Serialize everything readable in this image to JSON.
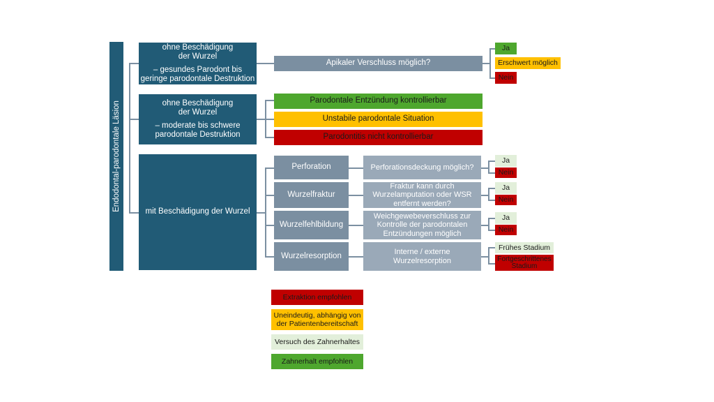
{
  "root_label": "Endodontal-parodontale Läsion",
  "group1": {
    "title_line1": "ohne Beschädigung",
    "title_line2": "der Wurzel",
    "desc_line1": "– gesundes Parodont bis",
    "desc_line2": "geringe parodontale Destruktion",
    "question": "Apikaler Verschluss möglich?",
    "answers": [
      "Ja",
      "Erschwert möglich",
      "Nein"
    ]
  },
  "group2": {
    "title_line1": "ohne Beschädigung",
    "title_line2": "der Wurzel",
    "desc_line1": "– moderate bis schwere",
    "desc_line2": "parodontale Destruktion",
    "outcomes": [
      "Parodontale Entzündung kontrollierbar",
      "Unstabile parodontale Situation",
      "Parodontitis nicht kontrollierbar"
    ]
  },
  "group3": {
    "title": "mit Beschädigung der Wurzel",
    "rows": [
      {
        "label": "Perforation",
        "question": "Perforationsdeckung möglich?",
        "answers": [
          "Ja",
          "Nein"
        ]
      },
      {
        "label": "Wurzelfraktur",
        "question": "Fraktur kann durch Wurzelamputation oder WSR entfernt werden?",
        "answers": [
          "Ja",
          "Nein"
        ]
      },
      {
        "label": "Wurzelfehlbildung",
        "question": "Weichgewebeverschluss zur Kontrolle der parodontalen Entzündungen möglich",
        "answers": [
          "Ja",
          "Nein"
        ]
      },
      {
        "label": "Wurzelresorption",
        "question": "Interne / externe Wurzelresorption",
        "answers": [
          "Frühes Stadium",
          "Fortgeschrittenes Stadium"
        ]
      }
    ]
  },
  "legend": [
    {
      "label": "Extraktion empfohlen",
      "color": "#c00000"
    },
    {
      "label": "Uneindeutig, abhängig von der Patientenbereitschaft",
      "color": "#ffc000"
    },
    {
      "label": "Versuch des Zahnerhaltes",
      "color": "#e2efda"
    },
    {
      "label": "Zahnerhalt empfohlen",
      "color": "#4ea72e"
    }
  ],
  "colors": {
    "dark_box": "#215b76",
    "mid_box": "#7b8fa1",
    "light_box": "#9aa9b8"
  }
}
